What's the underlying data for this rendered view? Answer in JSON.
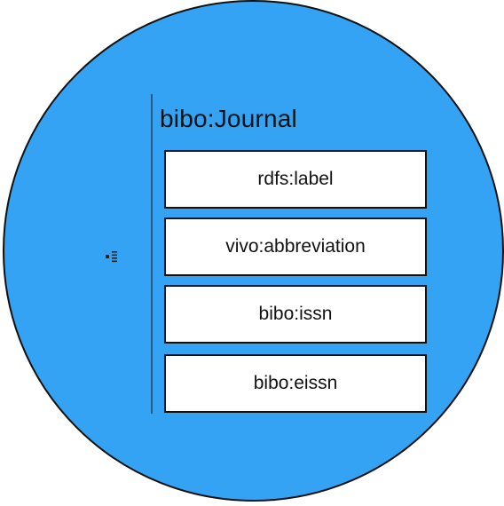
{
  "diagram": {
    "title": "bibo:Journal",
    "properties": [
      {
        "label": "rdfs:label"
      },
      {
        "label": "vivo:abbreviation"
      },
      {
        "label": "bibo:issn"
      },
      {
        "label": "bibo:eissn"
      }
    ]
  },
  "colors": {
    "circle_fill": "#34a3f3",
    "circle_border": "#111111",
    "divider": "#2c5a85",
    "box_fill": "#ffffff",
    "text": "#111111"
  },
  "icons": {
    "handle": "list-drag-handle-icon"
  }
}
